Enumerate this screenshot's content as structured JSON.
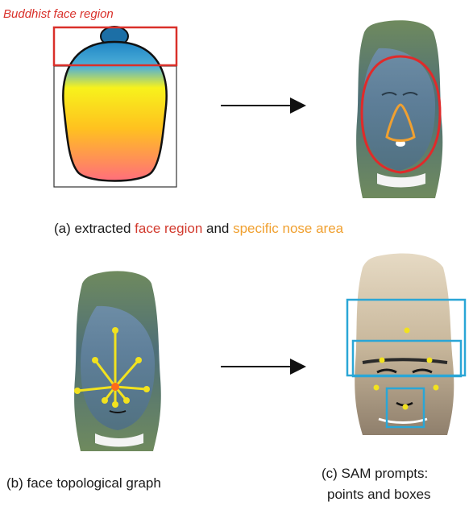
{
  "panel_a": {
    "tag": "Buddhist face region",
    "caption_prefix": "(a) extracted ",
    "caption_face": "face region",
    "caption_mid": " and ",
    "caption_nose": "specific nose area",
    "colors": {
      "face_region": "#d9302a",
      "nose_area": "#f0a030"
    }
  },
  "panel_b": {
    "caption": "(b) face topological graph",
    "graph_color": "#f2e21e",
    "center_color": "#ff6a1a"
  },
  "panel_c": {
    "caption_line1": "(c) SAM prompts:",
    "caption_line2": "points and boxes",
    "box_color": "#2aa6d6",
    "point_color": "#f2e21e"
  }
}
